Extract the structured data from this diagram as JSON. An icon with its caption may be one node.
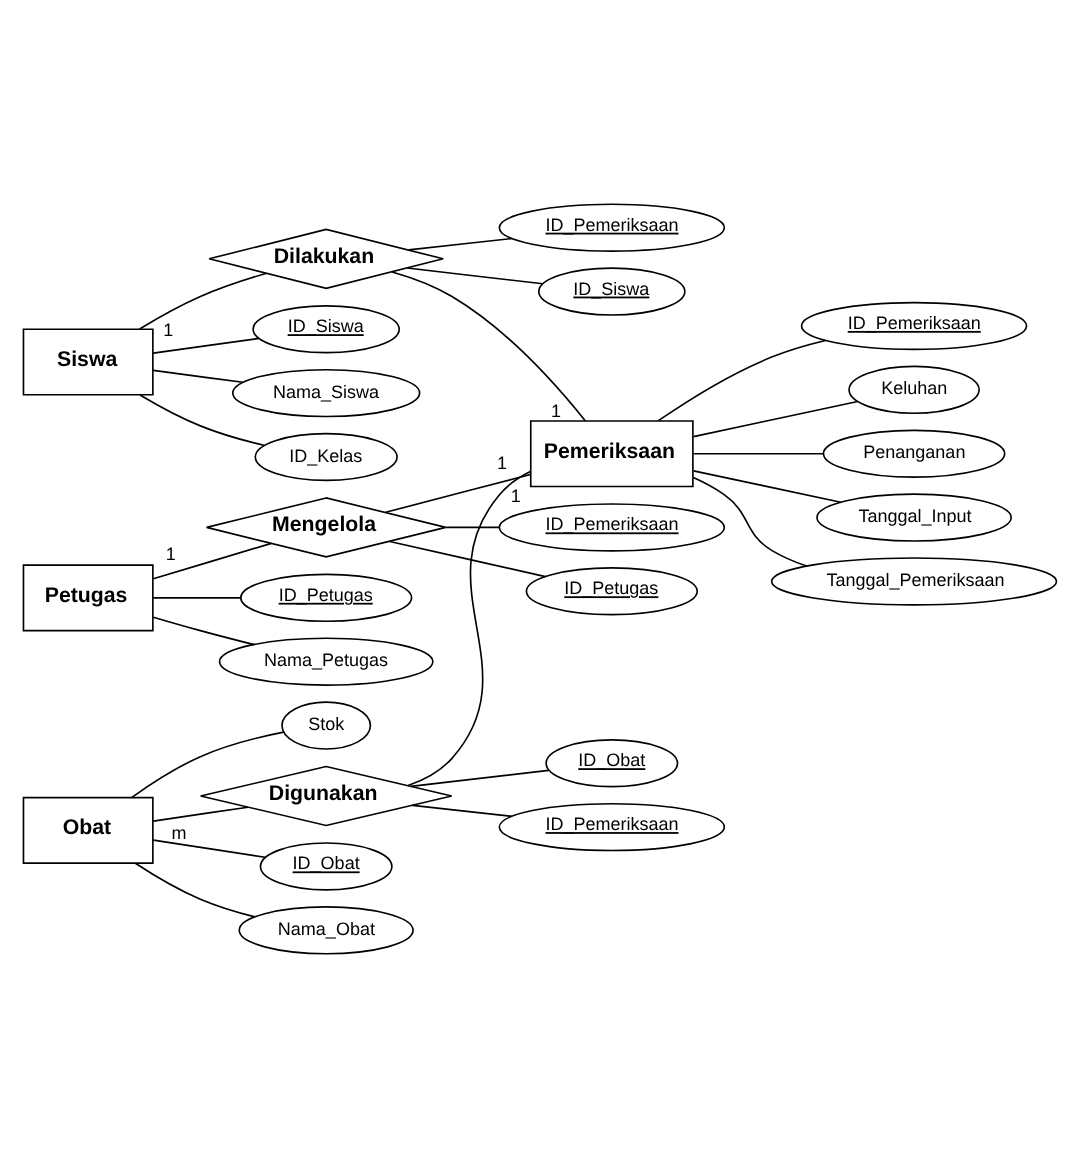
{
  "diagram": {
    "nodes": [
      {
        "text": [
          "Siswa"
        ]
      },
      {
        "text": [
          "ID_Siswa"
        ]
      },
      {
        "text": [
          "Nama_Siswa"
        ]
      },
      {
        "text": [
          "ID_Kelas"
        ]
      },
      {
        "text": [
          "Dilakukan"
        ]
      },
      {
        "text": [
          "ID_Siswa"
        ]
      },
      {
        "text": [
          "ID_Pemeriksaan"
        ]
      },
      {
        "text": [
          "Pemeriksaan"
        ]
      },
      {
        "text": [
          "ID_Pemeriksaan"
        ]
      },
      {
        "text": [
          "Keluhan"
        ]
      },
      {
        "text": [
          "Penanganan"
        ]
      },
      {
        "text": [
          "Tanggal_Input"
        ]
      },
      {
        "text": [
          "Tanggal_Pemeriksaan"
        ]
      },
      {
        "text": [
          "Petugas"
        ]
      },
      {
        "text": [
          "ID_Petugas"
        ]
      },
      {
        "text": [
          "Nama_Petugas"
        ]
      },
      {
        "text": [
          "Mengelola"
        ]
      },
      {
        "text": [
          "ID_Petugas"
        ]
      },
      {
        "text": [
          "ID_Pemeriksaan"
        ]
      },
      {
        "text": [
          "Obat"
        ]
      },
      {
        "text": [
          "ID_Obat"
        ]
      },
      {
        "text": [
          "Nama_Obat"
        ]
      },
      {
        "text": [
          "Stok"
        ]
      },
      {
        "text": [
          "Digunakan"
        ]
      },
      {
        "text": [
          "ID_Pemeriksaan"
        ]
      },
      {
        "text": [
          "ID_Obat"
        ]
      }
    ],
    "edges": [
      {
        "from": 0,
        "to": 1,
        "arrow": "none"
      },
      {
        "from": 0,
        "to": 2,
        "arrow": "none"
      },
      {
        "from": 0,
        "to": 3,
        "arrow": "none"
      },
      {
        "from": 0,
        "to": 4,
        "arrow": "none",
        "label": "1"
      },
      {
        "from": 4,
        "to": 5,
        "arrow": "none"
      },
      {
        "from": 4,
        "to": 6,
        "arrow": "none"
      },
      {
        "from": 4,
        "to": 7,
        "arrow": "none",
        "label": "1"
      },
      {
        "from": 7,
        "to": 8,
        "arrow": "none"
      },
      {
        "from": 7,
        "to": 9,
        "arrow": "none"
      },
      {
        "from": 7,
        "to": 10,
        "arrow": "none"
      },
      {
        "from": 7,
        "to": 11,
        "arrow": "none"
      },
      {
        "from": 7,
        "to": 12,
        "arrow": "none"
      },
      {
        "from": 13,
        "to": 14,
        "arrow": "none"
      },
      {
        "from": 13,
        "to": 15,
        "arrow": "none"
      },
      {
        "from": 13,
        "to": 16,
        "arrow": "none",
        "label": "1"
      },
      {
        "from": 16,
        "to": 17,
        "arrow": "none"
      },
      {
        "from": 16,
        "to": 18,
        "arrow": "none"
      },
      {
        "from": 16,
        "to": 7,
        "arrow": "none",
        "label": "1"
      },
      {
        "from": 19,
        "to": 20,
        "arrow": "none"
      },
      {
        "from": 19,
        "to": 21,
        "arrow": "none"
      },
      {
        "from": 19,
        "to": 22,
        "arrow": "none"
      },
      {
        "from": 19,
        "to": 23,
        "arrow": "none",
        "label": "m"
      },
      {
        "from": 23,
        "to": 24,
        "arrow": "none"
      },
      {
        "from": 23,
        "to": 25,
        "arrow": "none"
      },
      {
        "from": 23,
        "to": 7,
        "arrow": "none",
        "label": "1"
      }
    ]
  }
}
